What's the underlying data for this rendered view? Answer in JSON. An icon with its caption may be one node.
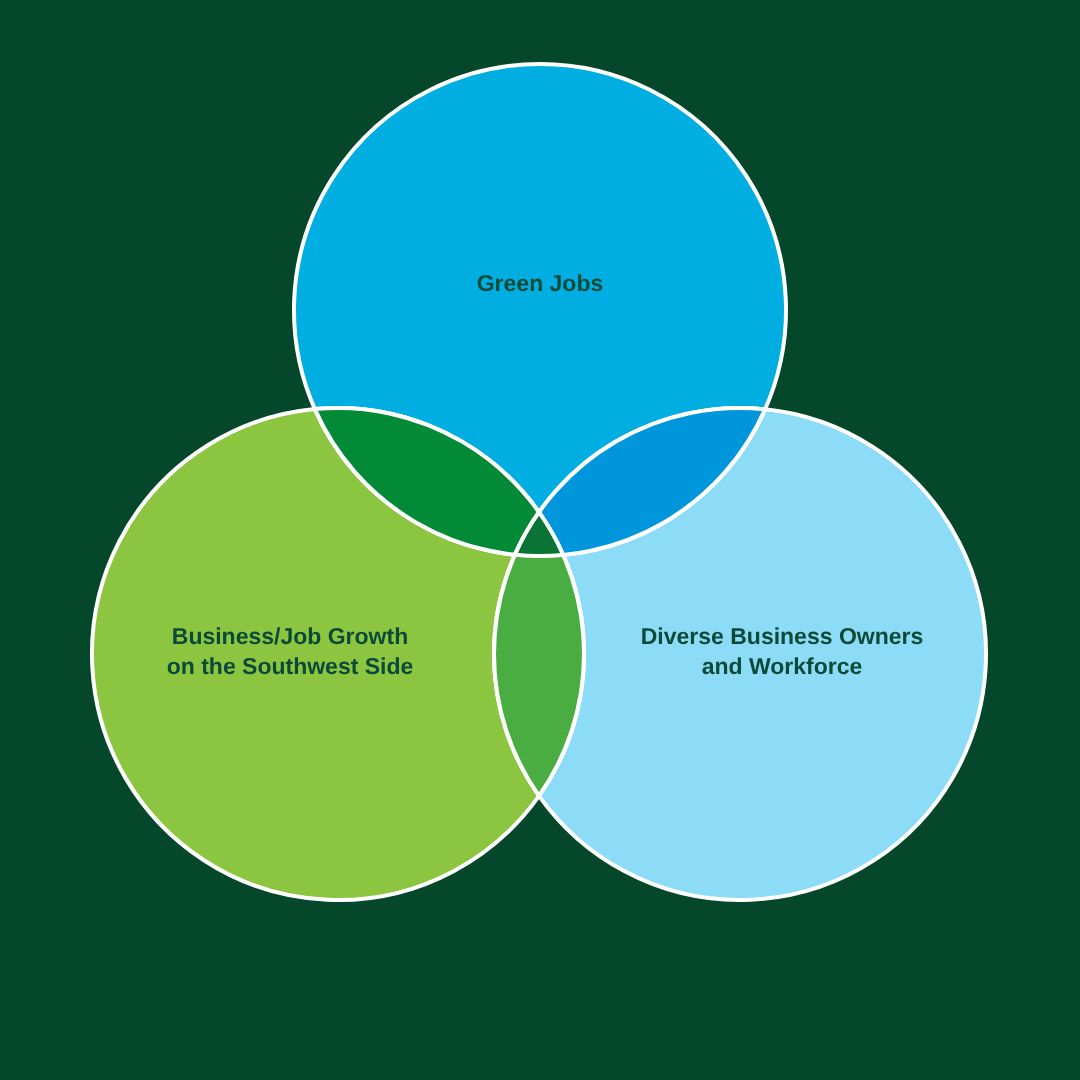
{
  "diagram": {
    "nodes": [
      {
        "text": [
          "Green Jobs"
        ]
      },
      {
        "text": [
          "Business/Job Growth on the Southwest Side"
        ]
      },
      {
        "text": [
          "Diverse Business Owners and Workforce"
        ]
      }
    ]
  }
}
